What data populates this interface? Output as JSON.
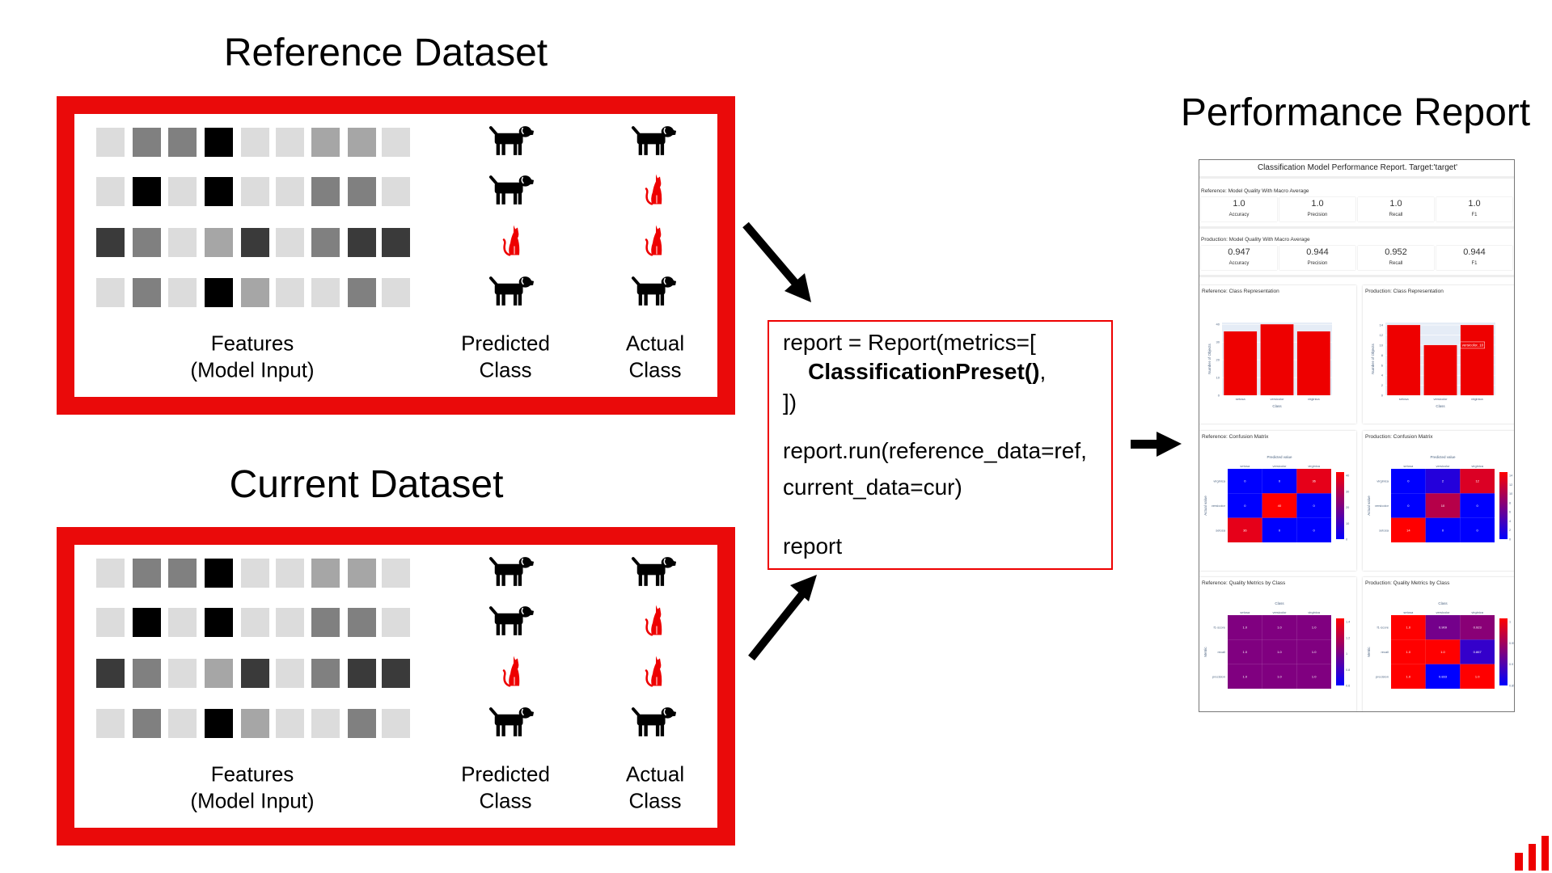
{
  "datasets": [
    {
      "key": "reference",
      "title": "Reference Dataset"
    },
    {
      "key": "current",
      "title": "Current Dataset"
    }
  ],
  "labels": {
    "features": "Features",
    "features_sub": "(Model Input)",
    "predicted": "Predicted",
    "predicted_sub": "Class",
    "actual": "Actual",
    "actual_sub": "Class"
  },
  "feature_rows": [
    [
      "#dcdcdc",
      "#808080",
      "#808080",
      "#000000",
      "#dcdcdc",
      "#dcdcdc",
      "#a6a6a6",
      "#a6a6a6",
      "#dcdcdc"
    ],
    [
      "#dcdcdc",
      "#000000",
      "#dcdcdc",
      "#000000",
      "#dcdcdc",
      "#dcdcdc",
      "#808080",
      "#808080",
      "#dcdcdc"
    ],
    [
      "#3a3a3a",
      "#808080",
      "#dcdcdc",
      "#a6a6a6",
      "#3a3a3a",
      "#dcdcdc",
      "#808080",
      "#3a3a3a",
      "#3a3a3a"
    ],
    [
      "#dcdcdc",
      "#808080",
      "#dcdcdc",
      "#000000",
      "#a6a6a6",
      "#dcdcdc",
      "#dcdcdc",
      "#808080",
      "#dcdcdc"
    ]
  ],
  "predicted_class": [
    "dog-icon",
    "dog-icon",
    "cat-icon",
    "dog-icon"
  ],
  "actual_class": [
    "dog-icon",
    "cat-icon",
    "cat-icon",
    "dog-icon"
  ],
  "colors": {
    "accent": "#ea0a0a",
    "dog": "#000000",
    "cat": "#ee0000"
  },
  "code": {
    "line1": "report = Report(metrics=[",
    "line2_indent": "    ",
    "line2_bold": "ClassificationPreset()",
    "line2_tail": ",",
    "line3": "])",
    "line5": "report.run(reference_data=ref,",
    "line6": "current_data=cur)",
    "line8": "report"
  },
  "report_heading": "Performance Report",
  "report": {
    "title": "Classification Model Performance Report. Target:'target'",
    "reference_quality": {
      "header": "Reference: Model Quality With Macro Average",
      "metrics": [
        {
          "value": "1.0",
          "label": "Accuracy"
        },
        {
          "value": "1.0",
          "label": "Precision"
        },
        {
          "value": "1.0",
          "label": "Recall"
        },
        {
          "value": "1.0",
          "label": "F1"
        }
      ]
    },
    "production_quality": {
      "header": "Production: Model Quality With Macro Average",
      "metrics": [
        {
          "value": "0.947",
          "label": "Accuracy"
        },
        {
          "value": "0.944",
          "label": "Precision"
        },
        {
          "value": "0.952",
          "label": "Recall"
        },
        {
          "value": "0.944",
          "label": "F1"
        }
      ]
    }
  },
  "chart_data": [
    {
      "type": "bar",
      "title": "Reference: Class Representation",
      "categories": [
        "setosa",
        "versicolor",
        "virginica"
      ],
      "values": [
        36,
        40,
        36
      ],
      "xlabel": "Class",
      "ylabel": "Number of Objects",
      "ylim": [
        0,
        41
      ],
      "yticks": [
        0,
        10,
        20,
        30,
        40
      ],
      "color": "#ee0000"
    },
    {
      "type": "bar",
      "title": "Production: Class Representation",
      "categories": [
        "setosa",
        "versicolor",
        "virginica"
      ],
      "values": [
        14,
        10,
        14
      ],
      "xlabel": "Class",
      "ylabel": "Number of Objects",
      "ylim": [
        0,
        14.5
      ],
      "yticks": [
        0,
        2,
        4,
        6,
        8,
        10,
        12,
        14
      ],
      "color": "#ee0000",
      "tooltip": "versicolor, 10"
    },
    {
      "type": "heatmap",
      "title": "Reference: Confusion Matrix",
      "xlabel": "Predicted value",
      "ylabel": "Actual value",
      "columns": [
        "setosa",
        "versicolor",
        "virginica"
      ],
      "rows": [
        "virginica",
        "versicolor",
        "setosa"
      ],
      "values": [
        [
          0,
          0,
          36
        ],
        [
          0,
          40,
          0
        ],
        [
          36,
          0,
          0
        ]
      ],
      "cells": [
        [
          "0",
          "0",
          "36"
        ],
        [
          "0",
          "40",
          "0"
        ],
        [
          "36",
          "0",
          "0"
        ]
      ],
      "zrange": [
        0,
        40
      ],
      "colorbar_ticks": [
        "0",
        "10",
        "20",
        "30",
        "40"
      ]
    },
    {
      "type": "heatmap",
      "title": "Production: Confusion Matrix",
      "xlabel": "Predicted value",
      "ylabel": "Actual value",
      "columns": [
        "setosa",
        "versicolor",
        "virginica"
      ],
      "rows": [
        "virginica",
        "versicolor",
        "setosa"
      ],
      "values": [
        [
          0,
          2,
          12
        ],
        [
          0,
          10,
          0
        ],
        [
          14,
          0,
          0
        ]
      ],
      "cells": [
        [
          "0",
          "2",
          "12"
        ],
        [
          "0",
          "10",
          "0"
        ],
        [
          "14",
          "0",
          "0"
        ]
      ],
      "zrange": [
        0,
        14
      ],
      "colorbar_ticks": [
        "0",
        "2",
        "4",
        "6",
        "8",
        "10",
        "12",
        "14"
      ]
    },
    {
      "type": "heatmap",
      "title": "Reference: Quality Metrics by Class",
      "xlabel": "Class",
      "ylabel": "Metric",
      "columns": [
        "setosa",
        "versicolor",
        "virginica"
      ],
      "rows": [
        "f1-score",
        "recall",
        "precision"
      ],
      "values": [
        [
          1,
          1,
          1
        ],
        [
          1,
          1,
          1
        ],
        [
          1,
          1,
          1
        ]
      ],
      "cells": [
        [
          "1.0",
          "1.0",
          "1.0"
        ],
        [
          "1.0",
          "1.0",
          "1.0"
        ],
        [
          "1.0",
          "1.0",
          "1.0"
        ]
      ],
      "zrange": [
        0.5,
        1.5
      ],
      "colorbar_ticks": [
        "0.6",
        "0.8",
        "1",
        "1.2",
        "1.4"
      ]
    },
    {
      "type": "heatmap",
      "title": "Production: Quality Metrics by Class",
      "xlabel": "Class",
      "ylabel": "Metric",
      "columns": [
        "setosa",
        "versicolor",
        "virginica"
      ],
      "rows": [
        "f1-score",
        "recall",
        "precision"
      ],
      "values": [
        [
          1,
          0.909,
          0.923
        ],
        [
          1,
          1,
          0.867
        ],
        [
          1,
          0.833,
          1
        ]
      ],
      "cells": [
        [
          "1.0",
          "0.909",
          "0.923"
        ],
        [
          "1.0",
          "1.0",
          "0.867"
        ],
        [
          "1.0",
          "0.833",
          "1.0"
        ]
      ],
      "zrange": [
        0.833,
        1
      ],
      "colorbar_ticks": [
        "0.85",
        "0.9",
        "0.95",
        "1"
      ]
    }
  ]
}
